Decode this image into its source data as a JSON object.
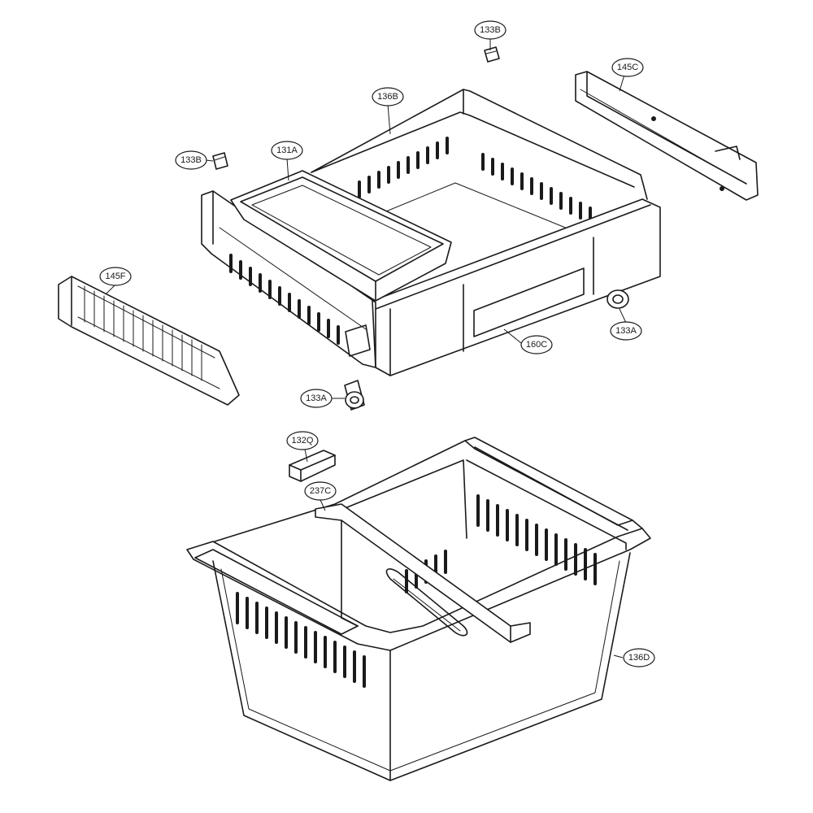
{
  "labels": {
    "l133b_top": "133B",
    "l145c": "145C",
    "l136b": "136B",
    "l133b_left": "133B",
    "l131a": "131A",
    "l145f": "145F",
    "l133a_right": "133A",
    "l160c": "160C",
    "l133a_mid": "133A",
    "l132q": "132Q",
    "l237c": "237C",
    "l136d": "136D"
  },
  "colors": {
    "line": "#1a1a1a",
    "background": "#ffffff"
  }
}
